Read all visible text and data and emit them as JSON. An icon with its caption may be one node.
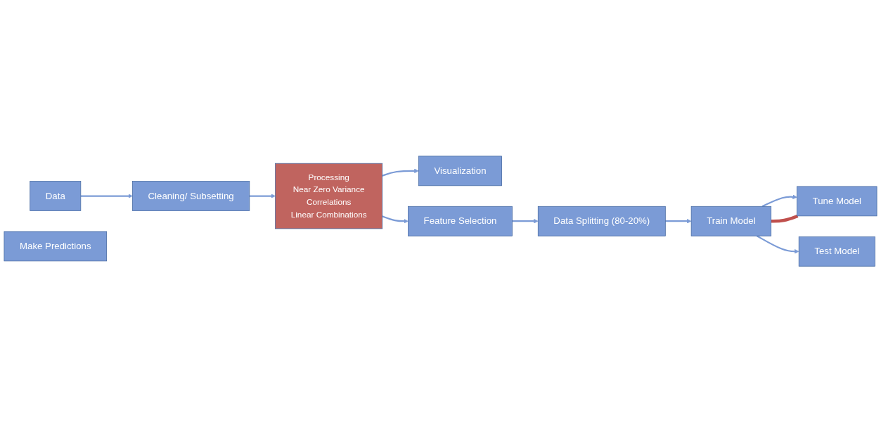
{
  "diagram": {
    "nodes": [
      {
        "text": [
          "Data"
        ]
      },
      {
        "text": [
          "Cleaning/ Subsetting"
        ]
      },
      {
        "text": [
          "Processing",
          "Near Zero Variance",
          "Correlations",
          "Linear Combinations"
        ]
      },
      {
        "text": [
          "Visualization"
        ]
      },
      {
        "text": [
          "Feature Selection"
        ]
      },
      {
        "text": [
          "Data Splitting (80-20%)"
        ]
      },
      {
        "text": [
          "Train Model"
        ]
      },
      {
        "text": [
          "Tune Model"
        ]
      },
      {
        "text": [
          "Test Model"
        ]
      },
      {
        "text": [
          "Make Predictions"
        ]
      }
    ],
    "edges": [
      {
        "from": 0,
        "to": 1,
        "arrow": "to"
      },
      {
        "from": 1,
        "to": 2,
        "arrow": "to"
      },
      {
        "from": 2,
        "to": 3,
        "arrow": "to"
      },
      {
        "from": 2,
        "to": 4,
        "arrow": "to"
      },
      {
        "from": 4,
        "to": 5,
        "arrow": "to"
      },
      {
        "from": 5,
        "to": 6,
        "arrow": "to"
      },
      {
        "from": 6,
        "to": 7,
        "arrow": "to"
      },
      {
        "from": 6,
        "to": 7,
        "arrow": "none",
        "style": "thick",
        "color": "#c0504d"
      },
      {
        "from": 6,
        "to": 8,
        "arrow": "to"
      }
    ]
  }
}
